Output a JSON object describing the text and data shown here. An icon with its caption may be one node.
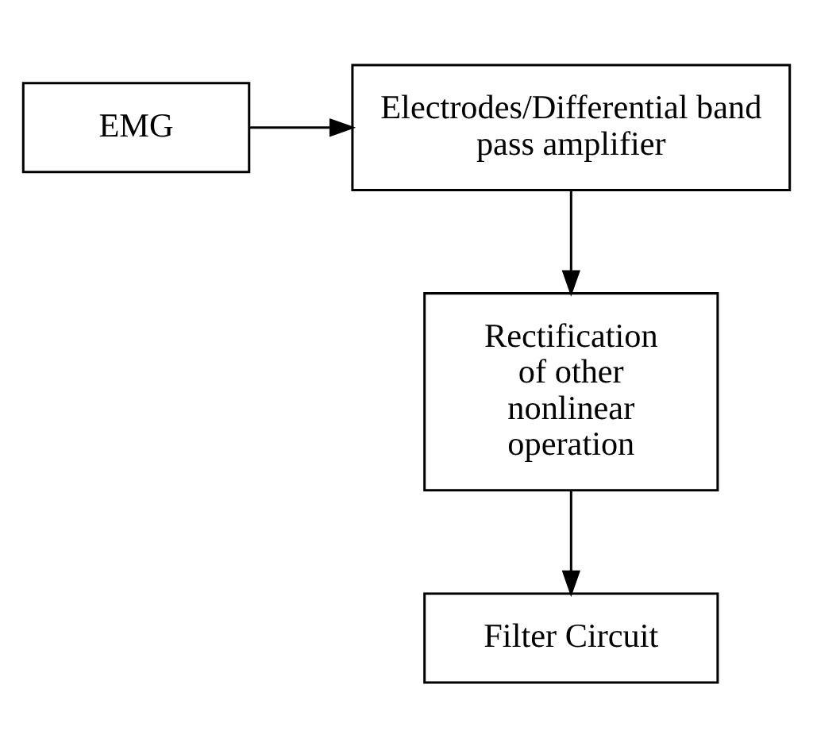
{
  "diagram": {
    "nodes": [
      {
        "text": [
          "EMG"
        ]
      },
      {
        "text": [
          "Electrodes/Differential band pass amplifier"
        ]
      },
      {
        "text": [
          "Rectification of other nonlinear operation"
        ]
      },
      {
        "text": [
          "Filter Circuit"
        ]
      }
    ],
    "edges": [
      {
        "from": 0,
        "to": 1,
        "arrow": "to"
      },
      {
        "from": 1,
        "to": 2,
        "arrow": "to"
      },
      {
        "from": 2,
        "to": 3,
        "arrow": "to"
      }
    ]
  }
}
